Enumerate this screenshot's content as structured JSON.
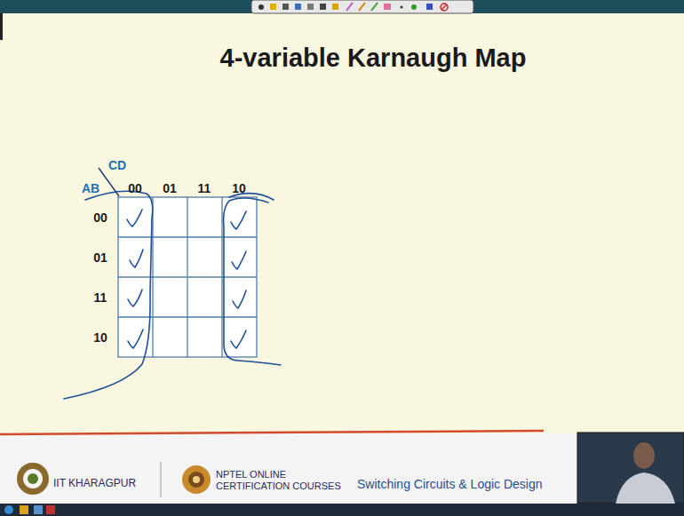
{
  "diagram": {
    "title": "4-variable Karnaugh Map",
    "labels": [
      "CD",
      "AB",
      "00",
      "01",
      "11",
      "10",
      "00",
      "01",
      "11",
      "10",
      "IIT KHARAGPUR",
      "NPTEL ONLINE CERTIFICATION COURSES",
      "Switching Circuits & Logic Design"
    ]
  }
}
